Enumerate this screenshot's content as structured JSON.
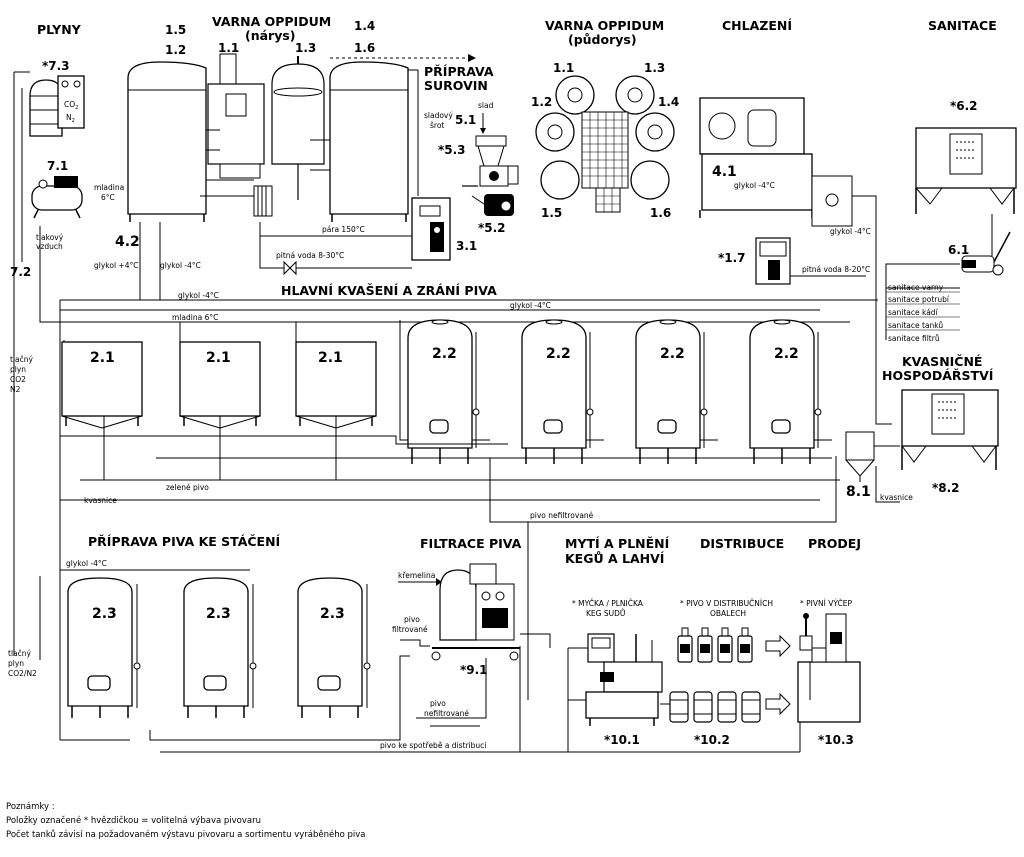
{
  "headers": {
    "plyny": "PLYNY",
    "varna_narys_1": "VARNA OPPIDUM",
    "varna_narys_2": "(nárys)",
    "varna_pudorys_1": "VARNA OPPIDUM",
    "varna_pudorys_2": "(půdorys)",
    "chlazeni": "CHLAZENÍ",
    "sanitace": "SANITACE",
    "priprava_surovin_1": "PŘÍPRAVA",
    "priprava_surovin_2": "SUROVIN",
    "hlavni_kvaseni": "HLAVNÍ KVAŠENÍ A ZRÁNÍ PIVA",
    "kvasnicne_1": "KVASNIČNÉ",
    "kvasnicne_2": "HOSPODÁŘSTVÍ",
    "priprava_stoceni": "PŘÍPRAVA PIVA KE STÁČENÍ",
    "filtrace": "FILTRACE PIVA",
    "myti_1": "MYTÍ A PLNĚNÍ",
    "myti_2": "KEGŮ A LAHVÍ",
    "distribuce": "DISTRIBUCE",
    "prodej": "PRODEJ"
  },
  "numbers": {
    "n15a": "1.5",
    "n12a": "1.2",
    "n11a": "1.1",
    "n13a": "1.3",
    "n14a": "1.4",
    "n16a": "1.6",
    "n11b": "1.1",
    "n13b": "1.3",
    "n12b": "1.2",
    "n14b": "1.4",
    "n15b": "1.5",
    "n16b": "1.6",
    "n73": "*7.3",
    "n71": "7.1",
    "n72": "7.2",
    "n42": "4.2",
    "n51": "5.1",
    "n53": "*5.3",
    "n52": "*5.2",
    "n31": "3.1",
    "n41": "4.1",
    "n62": "*6.2",
    "n61": "6.1",
    "n17": "*1.7",
    "n21": "2.1",
    "n22": "2.2",
    "n23": "2.3",
    "n81": "8.1",
    "n82": "*8.2",
    "n91": "*9.1",
    "n101": "*10.1",
    "n102": "*10.2",
    "n103": "*10.3"
  },
  "labels": {
    "co2": "CO",
    "co2_sub": "2",
    "n2": "N",
    "n2_sub": "2",
    "mladina_1": "mladina",
    "mladina_2": "6°C",
    "tlakovy_1": "tlakový",
    "tlakovy_2": "vzduch",
    "glykol_plus4": "glykol +4°C",
    "glykol_m4": "glykol -4°C",
    "glykol_m4_c": "glykol -4°C",
    "glykol_m4_d": "glykol -4°C",
    "glykol_m4_e": "glykol -4°C",
    "glykol_m4_f": "glykol -4°C",
    "glykol_m4_g": "glykol -4°C",
    "mladina_6": "mladina 6°C",
    "sladovy_1": "sladový",
    "sladovy_2": "šrot",
    "slad": "slad",
    "para": "pára 150°C",
    "pitna_voda_1": "pitná voda 8-30°C",
    "pitna_voda_2": "pitná voda 8-20°C",
    "san_varny": "sanitace varny",
    "san_potrubi": "sanitace potrubí",
    "san_kadi": "sanitace kádí",
    "san_tanku": "sanitace tanků",
    "san_filtru": "sanitace filtrů",
    "tlacny_1": "tlačný",
    "tlacny_2": "plyn",
    "tlacny_3": "CO2",
    "tlacny_4": "N2",
    "tlacny_b1": "tlačný",
    "tlacny_b2": "plyn",
    "tlacny_b3": "CO2/N2",
    "zelene_pivo": "zelené pivo",
    "kvasnice_a": "kvasnice",
    "kvasnice_b": "kvasnice",
    "pivo_nefiltr_a": "pivo nefiltrované",
    "kremelina": "křemelina",
    "pivo_filtr_1": "pivo",
    "pivo_filtr_2": "filtrované",
    "pivo_nefiltr_b1": "pivo",
    "pivo_nefiltr_b2": "nefiltrované",
    "pivo_spotreba": "pivo ke spotřebě a distribuci",
    "mycka_1": "* MYČKA / PLNIČKA",
    "mycka_2": "KEG SUDŮ",
    "obaly_1": "* PIVO V DISTRIBUČNÍCH",
    "obaly_2": "OBALECH",
    "vycep": "* PIVNÍ VÝČEP"
  },
  "notes": {
    "title": "Poznámky :",
    "line1": "Položky označené * hvězdičkou = volitelná výbava pivovaru",
    "line2": "Počet tanků závisí na požadovaném výstavu pivovaru a sortimentu vyráběného piva"
  }
}
